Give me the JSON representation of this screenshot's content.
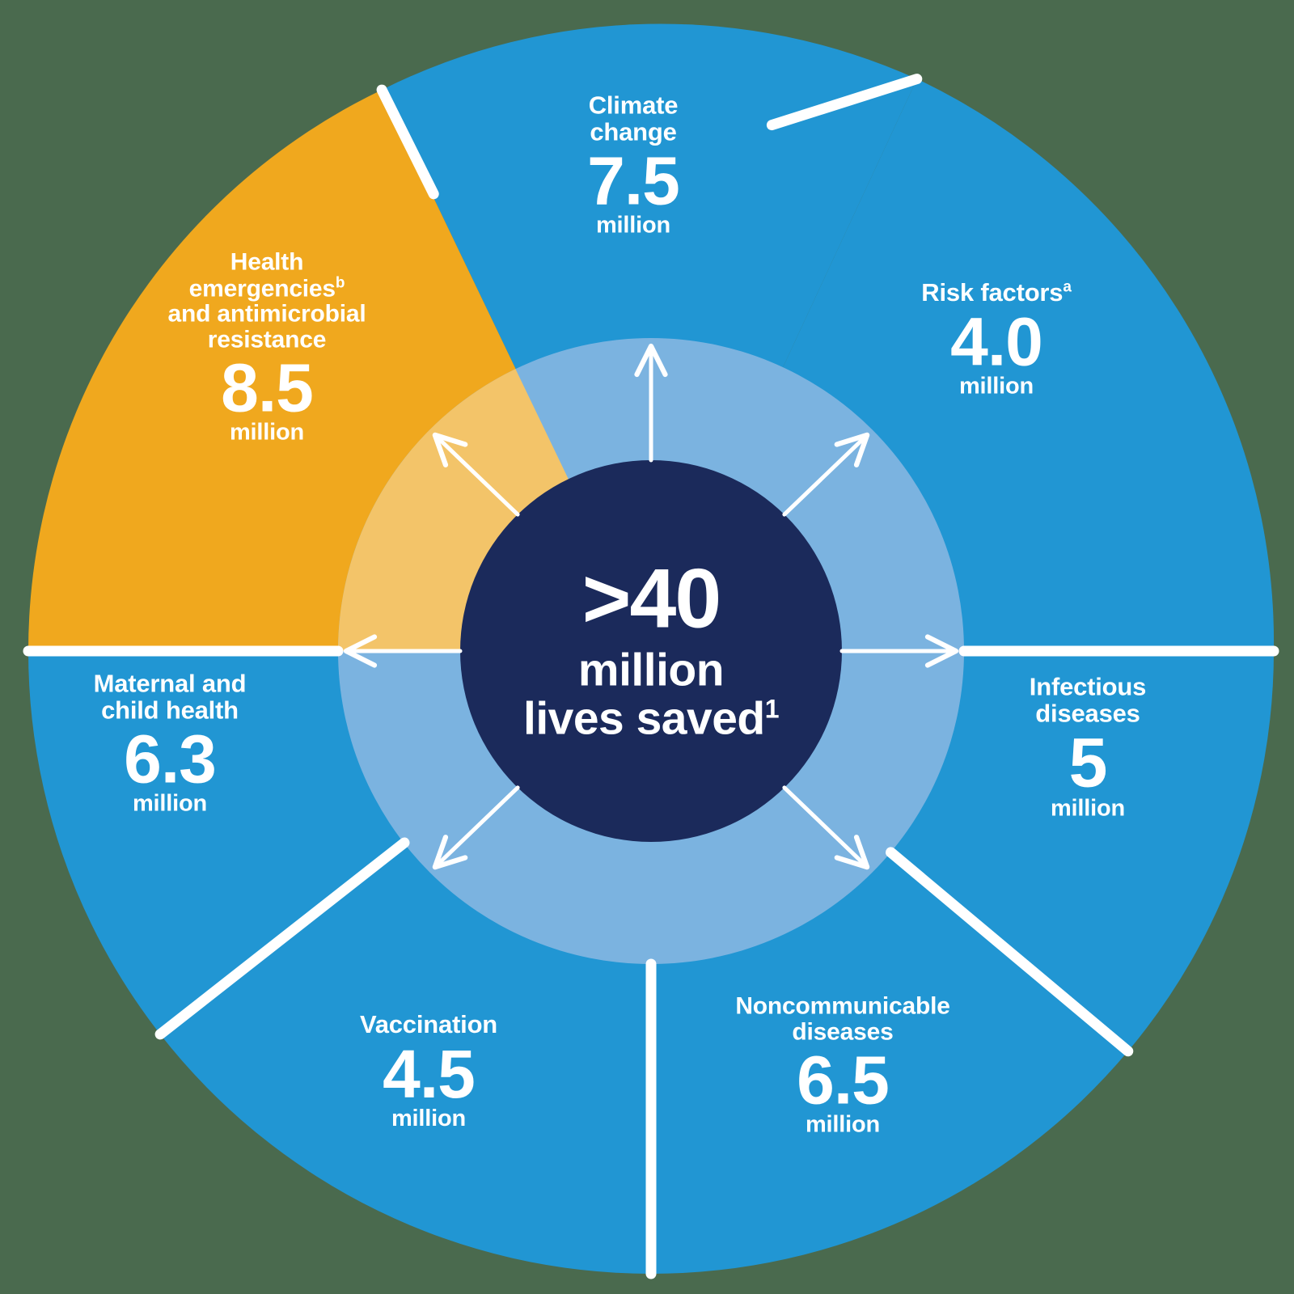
{
  "infographic": {
    "center": {
      "prefix": ">",
      "value": "40",
      "unit": "million",
      "subtitle": "lives saved",
      "subtitle_superscript": "1",
      "full_text": ">40 million lives saved1"
    },
    "colors": {
      "segment_blue": "#2196d3",
      "segment_orange": "#f0a81e",
      "inner_ring_blue": "#7bb3e0",
      "inner_ring_orange": "#f3c469",
      "center_navy": "#1b2a5b",
      "divider_white": "#ffffff",
      "background": "#4a6a4e"
    },
    "segments": [
      {
        "id": "climate-change",
        "label": "Climate change",
        "label_lines": [
          "Climate",
          "change"
        ],
        "value": "7.5",
        "unit": "million",
        "superscript": "",
        "color": "#2196d3",
        "value_numeric": 7.5
      },
      {
        "id": "risk-factors",
        "label": "Risk factors",
        "label_lines": [
          "Risk factors"
        ],
        "value": "4.0",
        "unit": "million",
        "superscript": "a",
        "color": "#2196d3",
        "value_numeric": 4.0
      },
      {
        "id": "infectious-diseases",
        "label": "Infectious diseases",
        "label_lines": [
          "Infectious",
          "diseases"
        ],
        "value": "5",
        "unit": "million",
        "superscript": "",
        "color": "#2196d3",
        "value_numeric": 5
      },
      {
        "id": "noncommunicable-diseases",
        "label": "Noncommunicable diseases",
        "label_lines": [
          "Noncommunicable",
          "diseases"
        ],
        "value": "6.5",
        "unit": "million",
        "superscript": "",
        "color": "#2196d3",
        "value_numeric": 6.5
      },
      {
        "id": "vaccination",
        "label": "Vaccination",
        "label_lines": [
          "Vaccination"
        ],
        "value": "4.5",
        "unit": "million",
        "superscript": "",
        "color": "#2196d3",
        "value_numeric": 4.5
      },
      {
        "id": "maternal-and-child-health",
        "label": "Maternal and child health",
        "label_lines": [
          "Maternal and",
          "child health"
        ],
        "value": "6.3",
        "unit": "million",
        "superscript": "",
        "color": "#2196d3",
        "value_numeric": 6.3
      },
      {
        "id": "health-emergencies-and-amr",
        "label": "Health emergencies and antimicrobial resistance",
        "label_lines": [
          "Health",
          "emergencies",
          "and antimicrobial",
          "resistance"
        ],
        "value": "8.5",
        "unit": "million",
        "superscript": "b",
        "color": "#f0a81e",
        "value_numeric": 8.5
      }
    ]
  },
  "chart_data": {
    "type": "pie",
    "title": ">40 million lives saved",
    "categories": [
      "Climate change",
      "Risk factors",
      "Infectious diseases",
      "Noncommunicable diseases",
      "Vaccination",
      "Maternal and child health",
      "Health emergencies and antimicrobial resistance"
    ],
    "values": [
      7.5,
      4.0,
      5,
      6.5,
      4.5,
      6.3,
      8.5
    ],
    "unit": "million lives saved",
    "colors": [
      "#2196d3",
      "#2196d3",
      "#2196d3",
      "#2196d3",
      "#2196d3",
      "#2196d3",
      "#f0a81e"
    ],
    "legend": "none",
    "grid": false,
    "note": "Donut-style wheel; slice angles are not proportional to values. Highlighted (orange) slice is Health emergencies and antimicrobial resistance."
  }
}
